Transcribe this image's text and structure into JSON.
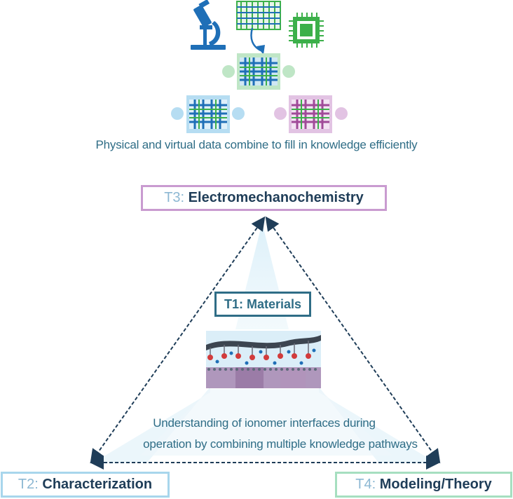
{
  "top_caption": "Physical and virtual data combine to fill in knowledge efficiently",
  "bottom_caption_line1": "Understanding of ionomer interfaces during",
  "bottom_caption_line2": "operation by combining multiple knowledge pathways",
  "nodes": {
    "t3": {
      "prefix": "T3: ",
      "name": "Electromechanochemistry"
    },
    "t1": {
      "prefix": "T1: ",
      "name": "Materials"
    },
    "t2": {
      "prefix": "T2: ",
      "name": "Characterization"
    },
    "t4": {
      "prefix": "T4: ",
      "name": "Modeling/Theory"
    }
  },
  "icons": [
    "microscope-icon",
    "grid-icon",
    "chip-icon",
    "puzzle-icon"
  ],
  "colors": {
    "dark_blue": "#1f3d58",
    "teal": "#2f6d86",
    "bright_blue": "#1f6fb7",
    "green": "#3cb04a",
    "purple": "#a04a98",
    "light_blue": "#a8d6ec",
    "light_purple": "#c99bd0",
    "light_green": "#a6dfc0"
  }
}
